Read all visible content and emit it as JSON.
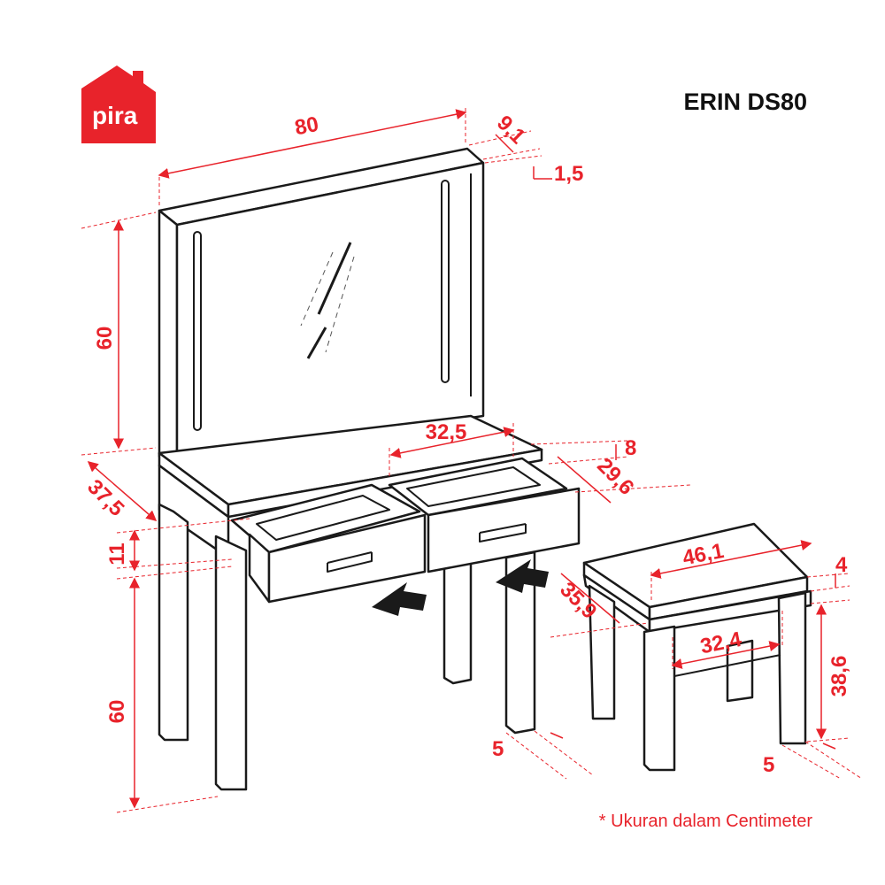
{
  "brand": {
    "name": "pira",
    "color": "#e8232b"
  },
  "product": {
    "title": "ERIN DS80"
  },
  "note": "* Ukuran dalam Centimeter",
  "dimensions": {
    "mirror_width": "80",
    "mirror_depth": "9,1",
    "mirror_top_thickness": "1,5",
    "mirror_height": "60",
    "table_depth": "37,5",
    "drawer_width": "32,5",
    "drawer_height_small": "8",
    "drawer_depth": "29,6",
    "drawer_front_height": "11",
    "leg_height": "60",
    "leg_width_table": "5",
    "stool_width": "46,1",
    "stool_cushion": "4",
    "stool_depth": "35,9",
    "stool_inner_width": "32,4",
    "stool_height": "38,6",
    "leg_width_stool": "5"
  },
  "colors": {
    "accent": "#e8232b",
    "ink": "#1a1a1a"
  }
}
